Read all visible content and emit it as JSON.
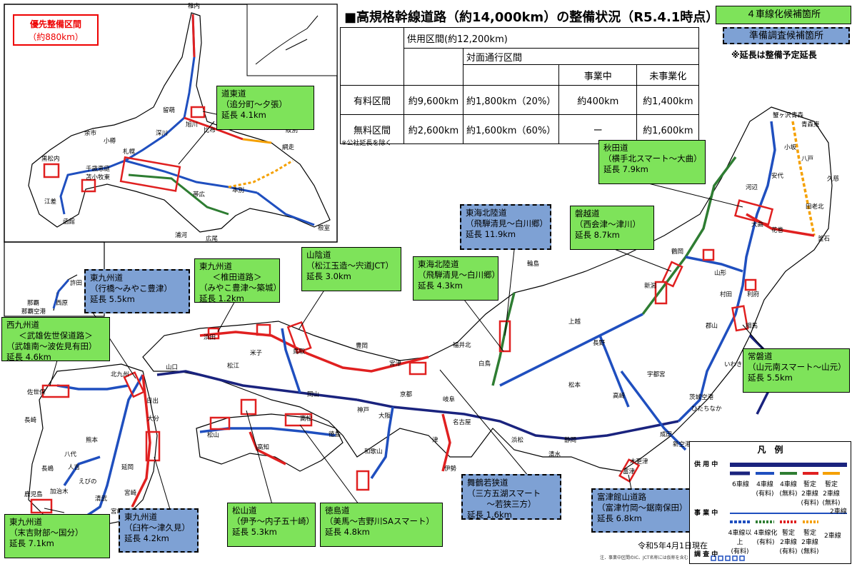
{
  "title": "■高規格幹線道路（約14,000km）の整備状況（R5.4.1時点）",
  "priority_label": [
    "優先整備区間",
    "（約880km）"
  ],
  "legend_top": {
    "four_lane_candidate": "４車線化候補箇所",
    "prep_candidate": "準備調査候補箇所",
    "extension_note": "※延長は整備予定延長"
  },
  "status_table": {
    "in_service_header": "供用区間(約12,200km)",
    "two_way_header": "対面通行区間",
    "in_progress_header": "事業中",
    "not_started_header": "未事業化",
    "rows": [
      {
        "label": "有料区間",
        "total": "約9,600km",
        "two_way": "約1,800km（20%）",
        "in_progress": "約400km",
        "not_started": "約1,400km"
      },
      {
        "label": "無料区間",
        "total": "約2,600km",
        "two_way": "約1,600km（60%）",
        "in_progress": "ー",
        "not_started": "約1,600km"
      }
    ],
    "footnote": "※公社延長を除く"
  },
  "callouts": [
    {
      "id": "doto",
      "type": "green",
      "lines": [
        "道東道",
        "（追分町～夕張）",
        "延長 4.1km"
      ]
    },
    {
      "id": "akita",
      "type": "green",
      "lines": [
        "秋田道",
        "（横手北スマート～大曲）",
        "延長 7.9km"
      ]
    },
    {
      "id": "tokaihokuriku1",
      "type": "blue",
      "lines": [
        "東海北陸道",
        "（飛騨清見～白川郷）",
        "延長 11.9km"
      ]
    },
    {
      "id": "banetsu",
      "type": "green",
      "lines": [
        "磐越道",
        "（西会津～津川）",
        "延長 8.7km"
      ]
    },
    {
      "id": "sanin",
      "type": "green",
      "lines": [
        "山陰道",
        "（松江玉造～宍道JCT）",
        "延長 3.0km"
      ]
    },
    {
      "id": "tokaihokuriku2",
      "type": "green",
      "lines": [
        "東海北陸道",
        "（飛騨清見～白川郷）",
        "延長 4.3km"
      ]
    },
    {
      "id": "higashikyushu_shiiba",
      "type": "green",
      "lines": [
        "東九州道",
        "＜椎田道路＞",
        "（みやこ豊津～築城）",
        "延長 1.2km"
      ]
    },
    {
      "id": "higashikyushu_yukuhashi",
      "type": "blue",
      "lines": [
        "東九州道",
        "（行橋～みやこ豊津）",
        "延長 5.5km"
      ]
    },
    {
      "id": "nishikyushu",
      "type": "green",
      "lines": [
        "西九州道",
        "＜武雄佐世保道路＞",
        "（武雄南～波佐見有田）",
        "延長 4.6km"
      ]
    },
    {
      "id": "joban",
      "type": "green",
      "lines": [
        "常磐道",
        "（山元南スマート～山元）",
        "延長 5.5km"
      ]
    },
    {
      "id": "maizuru",
      "type": "blue",
      "lines": [
        "舞鶴若狭道",
        "（三方五湖スマート",
        "～若狭三方）",
        "延長 1.6km"
      ]
    },
    {
      "id": "futtsu",
      "type": "blue",
      "lines": [
        "富津館山道路",
        "（富津竹岡～鋸南保田）",
        "延長 6.8km"
      ]
    },
    {
      "id": "higashikyushu_south",
      "type": "green",
      "lines": [
        "東九州道",
        "（末吉財部～国分）",
        "延長 7.1km"
      ]
    },
    {
      "id": "higashikyushu_usuki",
      "type": "blue",
      "lines": [
        "東九州道",
        "（臼杵～津久見）",
        "延長 4.2km"
      ]
    },
    {
      "id": "matsuyama",
      "type": "green",
      "lines": [
        "松山道",
        "（伊予～内子五十崎）",
        "延長 5.3km"
      ]
    },
    {
      "id": "tokushima",
      "type": "green",
      "lines": [
        "徳島道",
        "（美馬～吉野川SAスマート）",
        "延長 4.8km"
      ]
    }
  ],
  "legend": {
    "heading": "凡　例",
    "in_service": "供 用 中",
    "six_lane": "6車線",
    "four_lane_toll": "4車線\n(有料)",
    "four_lane_free": "4車線\n(無料)",
    "temp_two_toll": "暫定\n2車線\n(有料)",
    "temp_two_free": "暫定\n2車線\n(無料)",
    "two_lane": "2車線",
    "in_progress": "事 業 中",
    "four_plus_toll": "4車線以上\n(有料)",
    "four_widen_toll": "4車線化\n(有料)",
    "temp_two_toll_ip": "暫定\n2車線\n(有料)",
    "temp_two_free_ip": "暫定\n2車線\n(無料)",
    "two_lane_ip": "2車線",
    "survey": "調 査 中"
  },
  "colors": {
    "six": "#1a237e",
    "four_toll": "#1f4fbf",
    "four_free": "#2e7d32",
    "temp_toll": "#e02020",
    "temp_free": "#f5a000",
    "two": "#f5a000",
    "green_box": "#7ee35a",
    "blue_box": "#7ea1d4"
  },
  "date": "令和5年4月1日現在",
  "footnote": "注．事業中区間のIC、JCT名称には仮称を含む",
  "places": [
    "稚内",
    "留萌",
    "深川",
    "旭川",
    "比布",
    "紋別",
    "余市",
    "小樽",
    "札幌",
    "網走",
    "黒松内",
    "千歳恵庭",
    "苫小牧東",
    "帯広",
    "本別",
    "江差",
    "函館",
    "浦河",
    "広尾",
    "根室",
    "蟹ヶ沢",
    "青森",
    "青森東",
    "小坂",
    "八戸",
    "久慈",
    "河辺",
    "安代",
    "田老北",
    "大曲",
    "花巻",
    "釜石",
    "鶴岡",
    "山形",
    "村田",
    "利府",
    "新潟",
    "相馬",
    "郡山",
    "いわき",
    "輪島",
    "福井北",
    "白鳥",
    "松本",
    "長野",
    "上越",
    "高崎",
    "宇都宮",
    "ひたちなか",
    "茨城空港",
    "成田",
    "木更津",
    "富津",
    "新空港",
    "許田",
    "那覇",
    "那覇空港",
    "西原",
    "北九州",
    "山口",
    "浜田",
    "松江",
    "米子",
    "鳥取",
    "豊岡",
    "宮津",
    "京都",
    "大阪",
    "神戸",
    "岡山",
    "高松",
    "徳島",
    "松山",
    "高知",
    "大分",
    "熊本",
    "八代",
    "鹿児島",
    "宮崎",
    "長崎",
    "佐世保",
    "伊勢",
    "名古屋",
    "静岡",
    "清水",
    "浜松",
    "岐阜",
    "津",
    "和歌山",
    "日出",
    "延岡",
    "えびの",
    "加治木",
    "清武",
    "宮崎空港",
    "人吉",
    "長嶋"
  ]
}
